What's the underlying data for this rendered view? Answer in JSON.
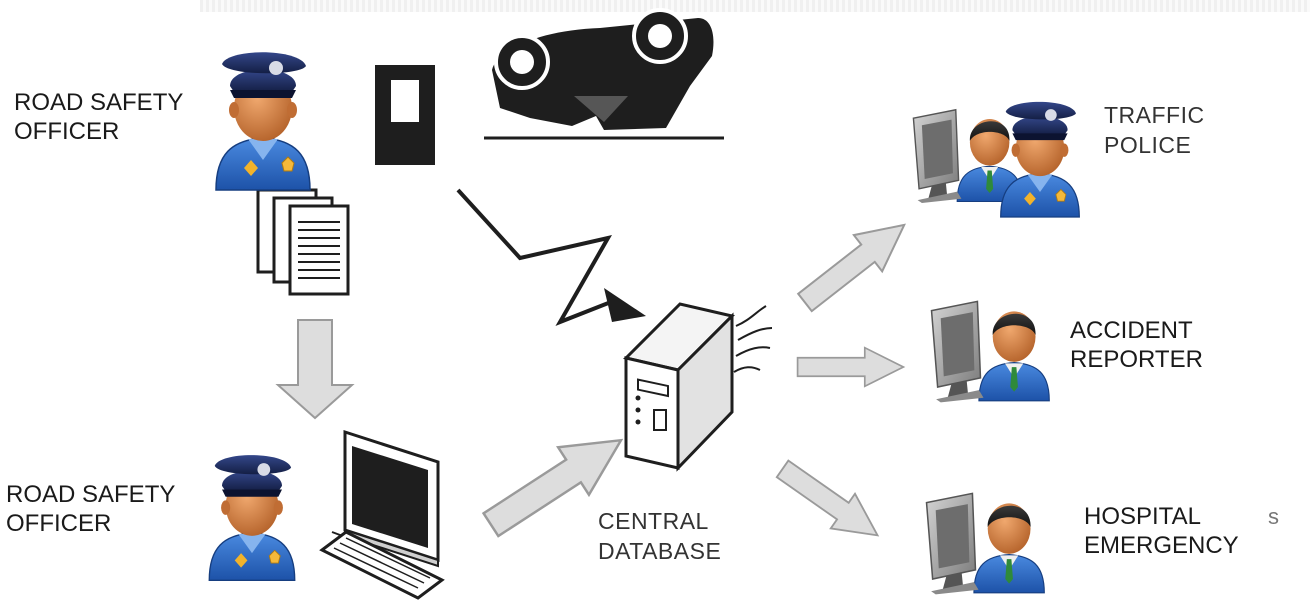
{
  "labels": {
    "officer_top": [
      "ROAD SAFETY",
      "OFFICER"
    ],
    "officer_bottom": [
      "ROAD SAFETY",
      "OFFICER"
    ],
    "traffic_police": [
      "TRAFFIC",
      "POLICE"
    ],
    "accident_reporter": [
      "ACCIDENT",
      "REPORTER"
    ],
    "hospital_emergency": [
      "HOSPITAL",
      "EMERGENCY"
    ],
    "central_database": [
      "CENTRAL",
      "DATABASE"
    ]
  },
  "edge_fragment": "s",
  "colors": {
    "uniform_blue": "#2f6ec9",
    "cap_navy": "#1c2c5c",
    "skin": "#d8834a",
    "arrow_fill": "#dddddd",
    "arrow_stroke": "#9a9a9a",
    "dark": "#1e1e1e"
  },
  "icons": [
    "police-officer-icon",
    "mobile-phone-icon",
    "overturned-car-icon",
    "documents-icon",
    "computer-terminal-icon",
    "server-tower-icon",
    "lightning-signal-icon",
    "monitor-user-icon"
  ]
}
